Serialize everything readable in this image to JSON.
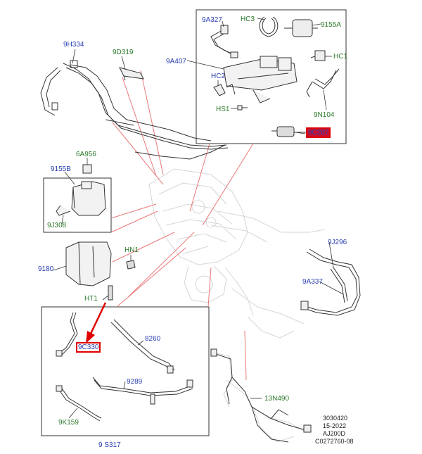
{
  "callouts": {
    "p9H334": "9H334",
    "p9D319": "9D319",
    "p9A327": "9A327",
    "pHC3": "HC3",
    "p9155A": "9155A",
    "p9A407": "9A407",
    "pHC1": "HC1",
    "pHC2": "HC2",
    "pHS1": "HS1",
    "p9N104": "9N104",
    "p9C287": "9C287",
    "p6A956": "6A956",
    "p9155B": "9155B",
    "p9J308": "9J308",
    "p9180": "9180",
    "pHN1": "HN1",
    "pHT1": "HT1",
    "p9J296": "9J296",
    "p9A337": "9A337",
    "p9C330": "9C330",
    "p8260": "8260",
    "p9289": "9289",
    "p9K159": "9K159",
    "p13N490": "13N490",
    "p9S317": "9 S317"
  },
  "footer": {
    "line1": "3030420",
    "line2": "15-2022",
    "line3": "AJ200D",
    "line4": "C0272760-08"
  },
  "colors": {
    "label_blue": "#2a3fb0",
    "label_green": "#2b7a2b",
    "highlight_red": "#e00000",
    "leader_red": "#e87878"
  }
}
